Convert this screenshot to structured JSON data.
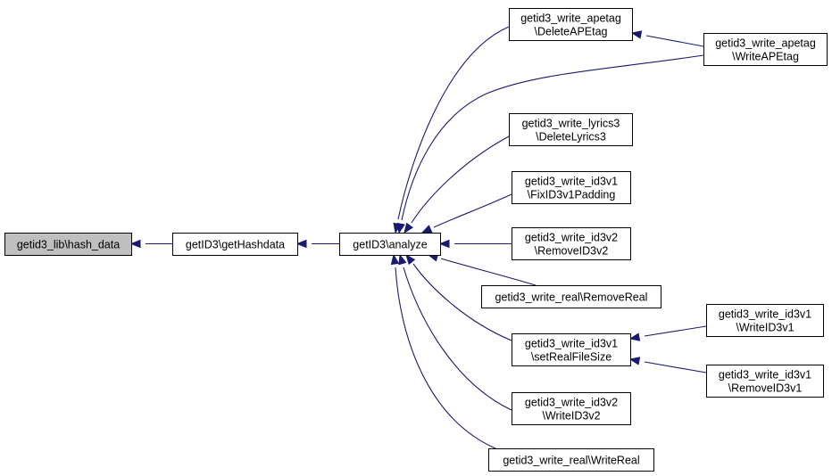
{
  "colors": {
    "edge": "#191970",
    "node_fill": "#ffffff",
    "focus_fill": "#bfbfbf",
    "border": "#000000"
  },
  "nodes": [
    {
      "id": "hash_data",
      "lines": [
        "getid3_lib\\hash_data"
      ],
      "focus": true
    },
    {
      "id": "getHashdata",
      "lines": [
        "getID3\\getHashdata"
      ]
    },
    {
      "id": "analyze",
      "lines": [
        "getID3\\analyze"
      ]
    },
    {
      "id": "DeleteAPEtag",
      "lines": [
        "getid3_write_apetag",
        "\\DeleteAPEtag"
      ]
    },
    {
      "id": "WriteAPEtag",
      "lines": [
        "getid3_write_apetag",
        "\\WriteAPEtag"
      ]
    },
    {
      "id": "DeleteLyrics3",
      "lines": [
        "getid3_write_lyrics3",
        "\\DeleteLyrics3"
      ]
    },
    {
      "id": "FixID3v1Padding",
      "lines": [
        "getid3_write_id3v1",
        "\\FixID3v1Padding"
      ]
    },
    {
      "id": "RemoveID3v2",
      "lines": [
        "getid3_write_id3v2",
        "\\RemoveID3v2"
      ]
    },
    {
      "id": "RemoveReal",
      "lines": [
        "getid3_write_real\\RemoveReal"
      ]
    },
    {
      "id": "setRealFileSize",
      "lines": [
        "getid3_write_id3v1",
        "\\setRealFileSize"
      ]
    },
    {
      "id": "WriteID3v1",
      "lines": [
        "getid3_write_id3v1",
        "\\WriteID3v1"
      ]
    },
    {
      "id": "RemoveID3v1",
      "lines": [
        "getid3_write_id3v1",
        "\\RemoveID3v1"
      ]
    },
    {
      "id": "WriteID3v2",
      "lines": [
        "getid3_write_id3v2",
        "\\WriteID3v2"
      ]
    },
    {
      "id": "WriteReal",
      "lines": [
        "getid3_write_real\\WriteReal"
      ]
    }
  ],
  "edges": [
    {
      "from": "getHashdata",
      "to": "hash_data"
    },
    {
      "from": "analyze",
      "to": "getHashdata"
    },
    {
      "from": "DeleteAPEtag",
      "to": "analyze"
    },
    {
      "from": "WriteAPEtag",
      "to": "analyze"
    },
    {
      "from": "WriteAPEtag",
      "to": "DeleteAPEtag"
    },
    {
      "from": "DeleteLyrics3",
      "to": "analyze"
    },
    {
      "from": "FixID3v1Padding",
      "to": "analyze"
    },
    {
      "from": "RemoveID3v2",
      "to": "analyze"
    },
    {
      "from": "RemoveReal",
      "to": "analyze"
    },
    {
      "from": "setRealFileSize",
      "to": "analyze"
    },
    {
      "from": "WriteID3v1",
      "to": "setRealFileSize"
    },
    {
      "from": "RemoveID3v1",
      "to": "setRealFileSize"
    },
    {
      "from": "WriteID3v2",
      "to": "analyze"
    },
    {
      "from": "WriteReal",
      "to": "analyze"
    }
  ]
}
